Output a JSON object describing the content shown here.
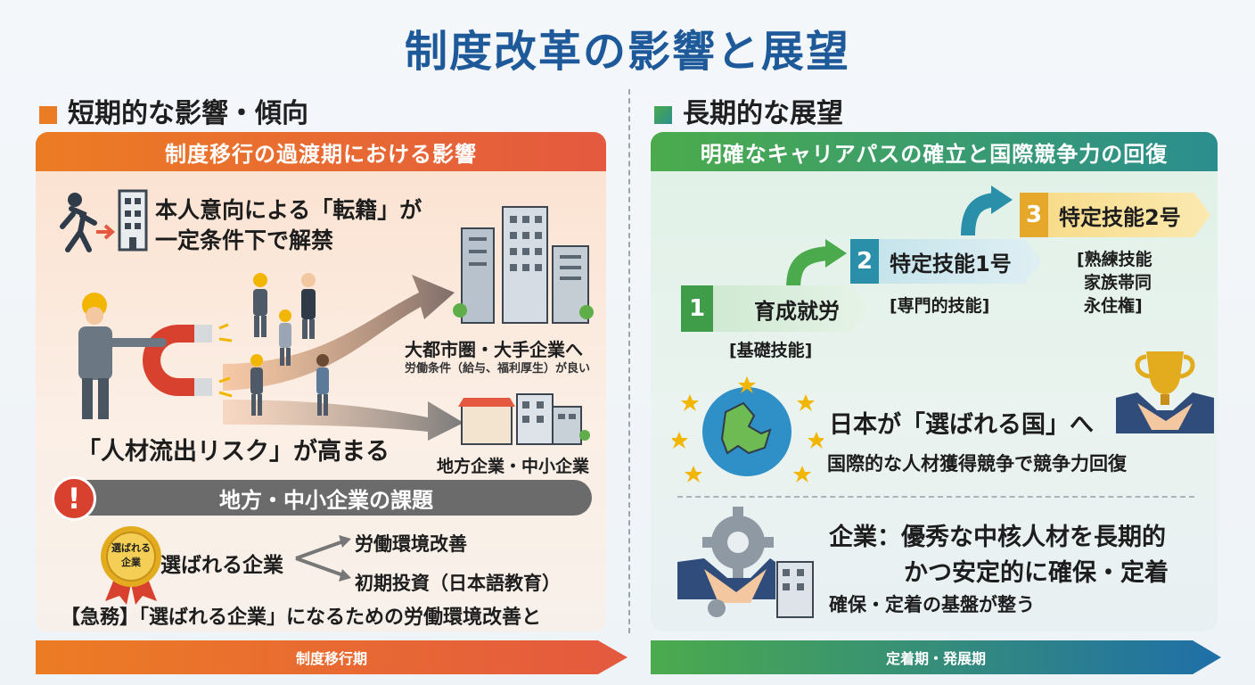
{
  "title": "制度改革の影響と展望",
  "left": {
    "heading": "短期的な影響・傾向",
    "band": "制度移行の過渡期における影響",
    "transfer_line1": "本人意向による「転籍」が",
    "transfer_line2": "一定条件下で解禁",
    "dest_big": "大都市圏・大手企業へ",
    "dest_big_note": "労働条件（給与、福利厚生）が良い",
    "dest_local": "地方企業・中小企業",
    "risk": "「人材流出リスク」が高まる",
    "issue_title": "地方・中小企業の課題",
    "issue_mark": "!",
    "badge_line1": "選ばれる",
    "badge_line2": "企業",
    "chosen": "選ばれる企業",
    "branch1": "労働環境改善",
    "branch2": "初期投資（日本語教育）",
    "urgent": "【急務】「選ばれる企業」になるための労働環境改善と",
    "arrow_label": "制度移行期"
  },
  "right": {
    "heading": "長期的な展望",
    "band": "明確なキャリアパスの確立と国際競争力の回復",
    "steps": [
      {
        "num": "1",
        "label": "育成就労",
        "note": "[基礎技能]"
      },
      {
        "num": "2",
        "label": "特定技能1号",
        "note": "[専門的技能]"
      },
      {
        "num": "3",
        "label": "特定技能2号",
        "note_lines": [
          "[熟練技能",
          "家族帯同",
          "永住権]"
        ]
      }
    ],
    "japan_title": "日本が「選ばれる国」へ",
    "japan_sub": "国際的な人材獲得競争で競争力回復",
    "corp_line1": "企業：優秀な中核人材を長期的",
    "corp_line2": "かつ安定的に確保・定着",
    "corp_sub": "確保・定着の基盤が整う",
    "arrow_label": "定着期・発展期"
  },
  "colors": {
    "title": "#1e5a9a",
    "orange": "#ec7c24",
    "red": "#e4593f",
    "green": "#4bab4c",
    "teal": "#2b8e8e",
    "step1": "#3f9d4a",
    "step2": "#2a8fa8",
    "step3": "#e6a82a"
  }
}
